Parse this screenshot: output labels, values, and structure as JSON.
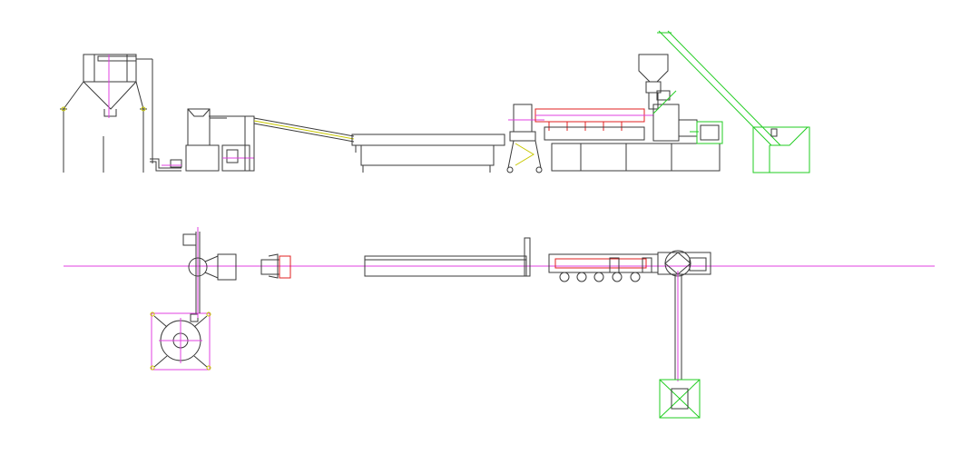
{
  "drawing": {
    "type": "cad-line-drawing",
    "views": [
      "elevation",
      "plan"
    ],
    "colors": {
      "outline": "#3a3a3a",
      "centerline": "#e040e0",
      "heater": "#e02020",
      "feeder": "#22cc22",
      "conveyor": "#c8c800",
      "background": "#ffffff"
    },
    "text": []
  }
}
